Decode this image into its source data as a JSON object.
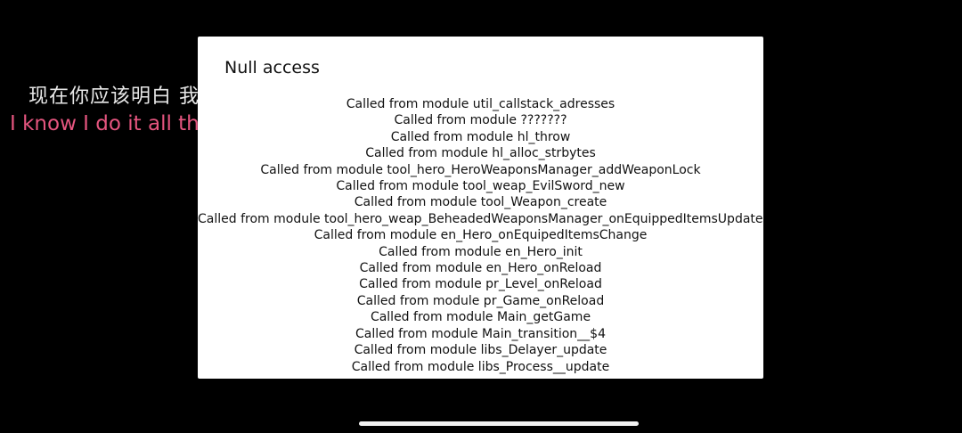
{
  "lyrics": {
    "chinese": "现在你应该明白 我已筹谋多时",
    "english": "I know I do it all the time"
  },
  "dialog": {
    "title": "Null access",
    "stack": [
      "Called from module util_callstack_adresses",
      "Called from module ???????",
      "Called from module hl_throw",
      "Called from module hl_alloc_strbytes",
      "Called from module tool_hero_HeroWeaponsManager_addWeaponLock",
      "Called from module tool_weap_EvilSword_new",
      "Called from module tool_Weapon_create",
      "Called from module tool_hero_weap_BeheadedWeaponsManager_onEquippedItemsUpdated",
      "Called from module en_Hero_onEquipedItemsChange",
      "Called from module en_Hero_init",
      "Called from module en_Hero_onReload",
      "Called from module pr_Level_onReload",
      "Called from module pr_Game_onReload",
      "Called from module Main_getGame",
      "Called from module Main_transition__$4",
      "Called from module libs_Delayer_update",
      "Called from module libs_Process__update"
    ]
  },
  "colors": {
    "background": "#000000",
    "dialog_background": "#ffffff",
    "lyric_english": "#e5557f",
    "lyric_chinese": "#e8e8e8"
  }
}
